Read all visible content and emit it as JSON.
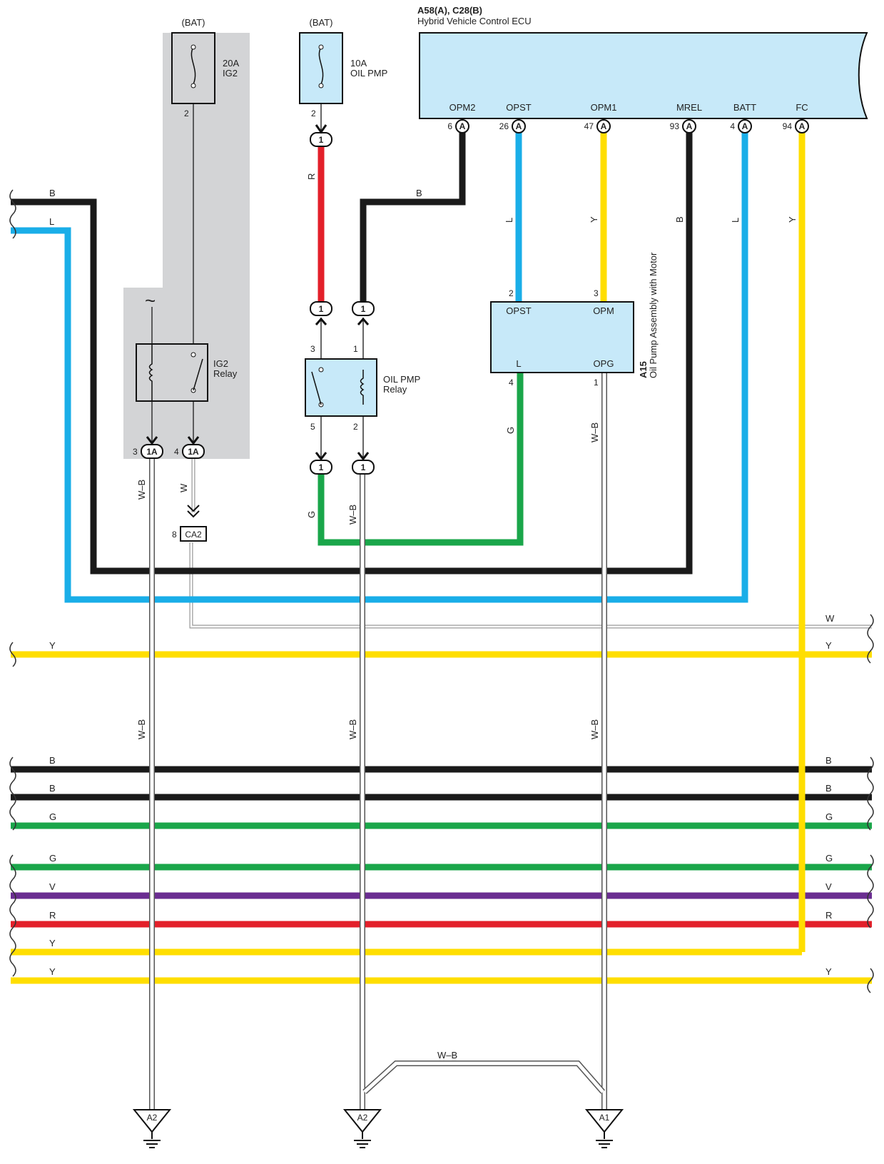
{
  "ecu": {
    "title": "A58(A), C28(B)",
    "subtitle": "Hybrid Vehicle Control ECU",
    "terminals": [
      {
        "name": "OPM2",
        "pin": "6",
        "conn": "A"
      },
      {
        "name": "OPST",
        "pin": "26",
        "conn": "A"
      },
      {
        "name": "OPM1",
        "pin": "47",
        "conn": "A"
      },
      {
        "name": "MREL",
        "pin": "93",
        "conn": "A"
      },
      {
        "name": "BATT",
        "pin": "4",
        "conn": "A"
      },
      {
        "name": "FC",
        "pin": "94",
        "conn": "A"
      }
    ]
  },
  "fuse_ig2": {
    "source": "(BAT)",
    "rating": "20A",
    "name": "IG2",
    "pin": "2"
  },
  "fuse_oilpmp": {
    "source": "(BAT)",
    "rating": "10A",
    "name": "OIL PMP",
    "pin": "2"
  },
  "ig2_relay": {
    "label_line1": "IG2",
    "label_line2": "Relay",
    "conn": "1A",
    "pin_left": "3",
    "pin_right": "4"
  },
  "oilpmp_relay": {
    "label_line1": "OIL PMP",
    "label_line2": "Relay",
    "pin_tl": "3",
    "pin_tr": "1",
    "pin_bl": "5",
    "pin_br": "2"
  },
  "pump": {
    "id": "A15",
    "name": "Oil Pump Assembly with Motor",
    "terminals": {
      "opst": "OPST",
      "opm": "OPM",
      "l": "L",
      "opg": "OPG"
    },
    "pins": {
      "opst": "2",
      "opm": "3",
      "l": "4",
      "opg": "1"
    }
  },
  "junction": {
    "id": "CA2",
    "pin": "8"
  },
  "connector_1": "1",
  "grounds": [
    "A2",
    "A2",
    "A1"
  ],
  "wire_labels": {
    "b": "B",
    "l": "L",
    "r": "R",
    "y": "Y",
    "g": "G",
    "v": "V",
    "w": "W",
    "wb": "W–B"
  },
  "bus_left": [
    "B",
    "L",
    "Y",
    "B",
    "B",
    "G",
    "G",
    "V",
    "R",
    "Y",
    "Y"
  ],
  "bus_right": [
    "W",
    "Y",
    "B",
    "B",
    "G",
    "G",
    "V",
    "R",
    "Y"
  ],
  "colors": {
    "B": "#1a1a1a",
    "L": "#1aaee8",
    "Y": "#ffde00",
    "G": "#1aa64a",
    "V": "#6a2d91",
    "R": "#e3202a",
    "W": "#9a9a9a",
    "shade": "#d3d4d6",
    "box": "#c7e9f9"
  }
}
